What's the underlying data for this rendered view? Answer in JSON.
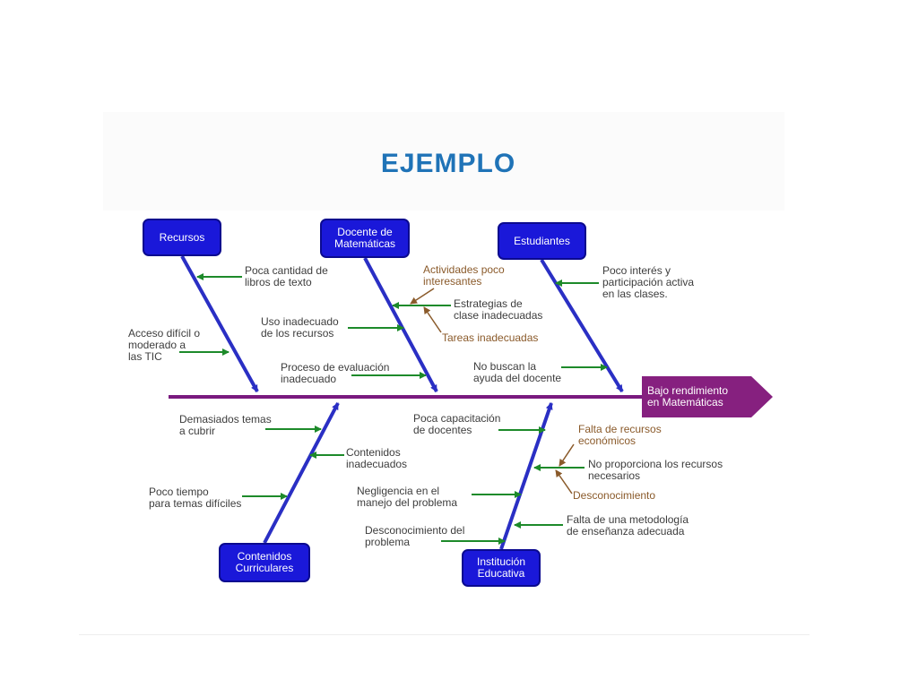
{
  "title": "EJEMPLO",
  "effect": "Bajo rendimiento\nen Matemáticas",
  "categories": {
    "recursos": "Recursos",
    "docente": "Docente de\nMatemáticas",
    "estudiantes": "Estudiantes",
    "contenidos": "Contenidos\nCurriculares",
    "institucion": "Institución\nEducativa"
  },
  "causes": {
    "recursos": [
      "Poca cantidad de\nlibros de texto",
      "Acceso difícil o\nmoderado a\nlas TIC"
    ],
    "docente": [
      "Actividades poco\ninteresantes",
      "Estrategias de\nclase inadecuadas",
      "Tareas inadecuadas",
      "Uso inadecuado\nde los recursos",
      "Proceso de evaluación\ninadecuado"
    ],
    "estudiantes": [
      "Poco interés y\nparticipación activa\nen las clases.",
      "No buscan la\nayuda del docente"
    ],
    "contenidos": [
      "Demasiados temas\na cubrir",
      "Contenidos\ninadecuados",
      "Poco tiempo\npara temas difíciles"
    ],
    "institucion": [
      "Poca capacitación\nde docentes",
      "Falta de recursos\neconómicos",
      "No proporciona los recursos\nnecesarios",
      "Desconocimiento",
      "Negligencia en el\nmanejo del problema",
      "Falta de una metodología\nde enseñanza adecuada",
      "Desconocimiento del\nproblema"
    ]
  },
  "colors": {
    "title": "#1f73b7",
    "box": "#1a18d9",
    "bone": "#2a2fc4",
    "spine": "#7a1a7f",
    "effect": "#86207f",
    "arrow_green": "#1d8a2a",
    "arrow_brown": "#8a5a2a"
  }
}
